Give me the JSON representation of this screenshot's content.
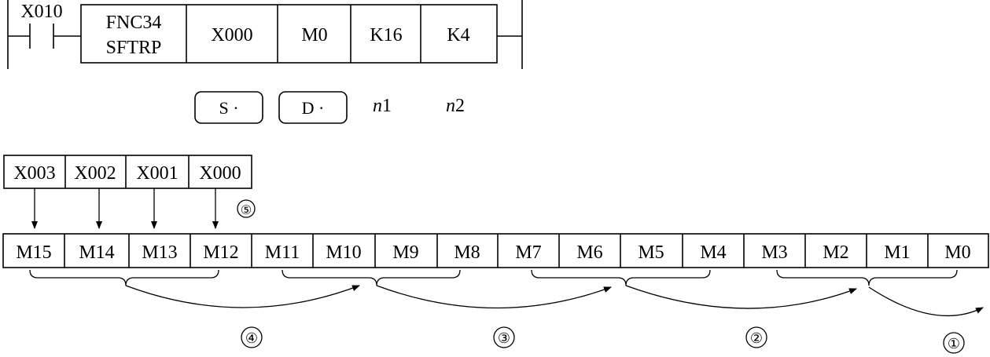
{
  "ladder": {
    "contact": "X010",
    "instruction": {
      "line1": "FNC34",
      "line2": "SFTRP"
    },
    "operands": [
      "X000",
      "M0",
      "K16",
      "K4"
    ]
  },
  "operand_labels": {
    "s": "S ·",
    "d": "D ·",
    "n1_italic": "n",
    "n1_num": "1",
    "n2_italic": "n",
    "n2_num": "2"
  },
  "inputs": [
    "X003",
    "X002",
    "X001",
    "X000"
  ],
  "registers": [
    "M15",
    "M14",
    "M13",
    "M12",
    "M11",
    "M10",
    "M9",
    "M8",
    "M7",
    "M6",
    "M5",
    "M4",
    "M3",
    "M2",
    "M1",
    "M0"
  ],
  "steps": {
    "step1": "①",
    "step2": "②",
    "step3": "③",
    "step4": "④",
    "step5": "⑤"
  }
}
